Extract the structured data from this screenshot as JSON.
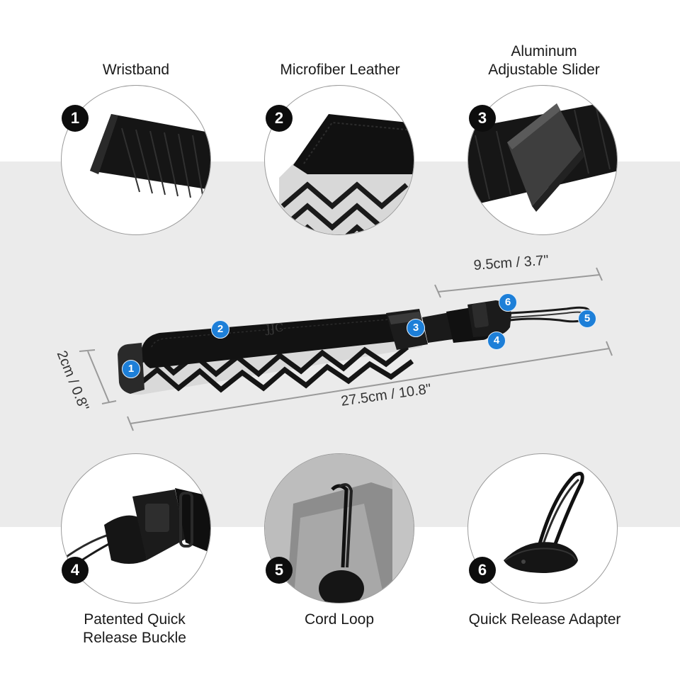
{
  "features": [
    {
      "number": "1",
      "label": "Wristband"
    },
    {
      "number": "2",
      "label": "Microfiber Leather"
    },
    {
      "number": "3",
      "label": "Aluminum\nAdjustable Slider"
    },
    {
      "number": "4",
      "label": "Patented Quick\nRelease Buckle"
    },
    {
      "number": "5",
      "label": "Cord Loop"
    },
    {
      "number": "6",
      "label": "Quick Release Adapter"
    }
  ],
  "dimensions": {
    "length": "27.5cm / 10.8\"",
    "width": "2cm / 0.8\"",
    "tether": "9.5cm / 3.7\""
  },
  "markers": [
    "1",
    "2",
    "3",
    "4",
    "5",
    "6"
  ],
  "brand_logo": "JJC",
  "colors": {
    "marker": "#1d7fd8",
    "badge": "#0d0d0d",
    "band_background": "#ebebeb"
  }
}
